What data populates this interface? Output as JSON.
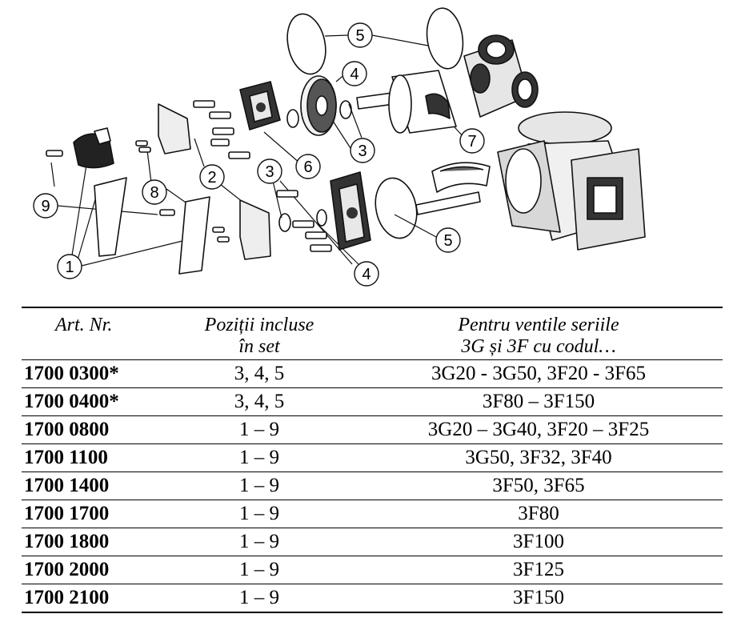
{
  "diagram": {
    "callouts": [
      "1",
      "2",
      "3",
      "3",
      "4",
      "4",
      "5",
      "5",
      "6",
      "7",
      "8",
      "9"
    ]
  },
  "table": {
    "headers": {
      "art_nr": "Art. Nr.",
      "positions_line1": "Poziții incluse",
      "positions_line2": "în set",
      "series_line1": "Pentru ventile seriile",
      "series_line2": "3G și 3F cu codul…"
    },
    "rows": [
      {
        "art": "1700 0300*",
        "positions": "3, 4, 5",
        "series": "3G20 - 3G50, 3F20 - 3F65"
      },
      {
        "art": "1700 0400*",
        "positions": "3, 4, 5",
        "series": "3F80 – 3F150"
      },
      {
        "art": "1700 0800",
        "positions": "1 – 9",
        "series": "3G20 – 3G40, 3F20 – 3F25"
      },
      {
        "art": "1700 1100",
        "positions": "1 – 9",
        "series": "3G50, 3F32, 3F40"
      },
      {
        "art": "1700 1400",
        "positions": "1 – 9",
        "series": "3F50, 3F65"
      },
      {
        "art": "1700 1700",
        "positions": "1 – 9",
        "series": "3F80"
      },
      {
        "art": "1700 1800",
        "positions": "1 – 9",
        "series": "3F100"
      },
      {
        "art": "1700 2000",
        "positions": "1 – 9",
        "series": "3F125"
      },
      {
        "art": "1700 2100",
        "positions": "1 – 9",
        "series": "3F150"
      }
    ]
  }
}
